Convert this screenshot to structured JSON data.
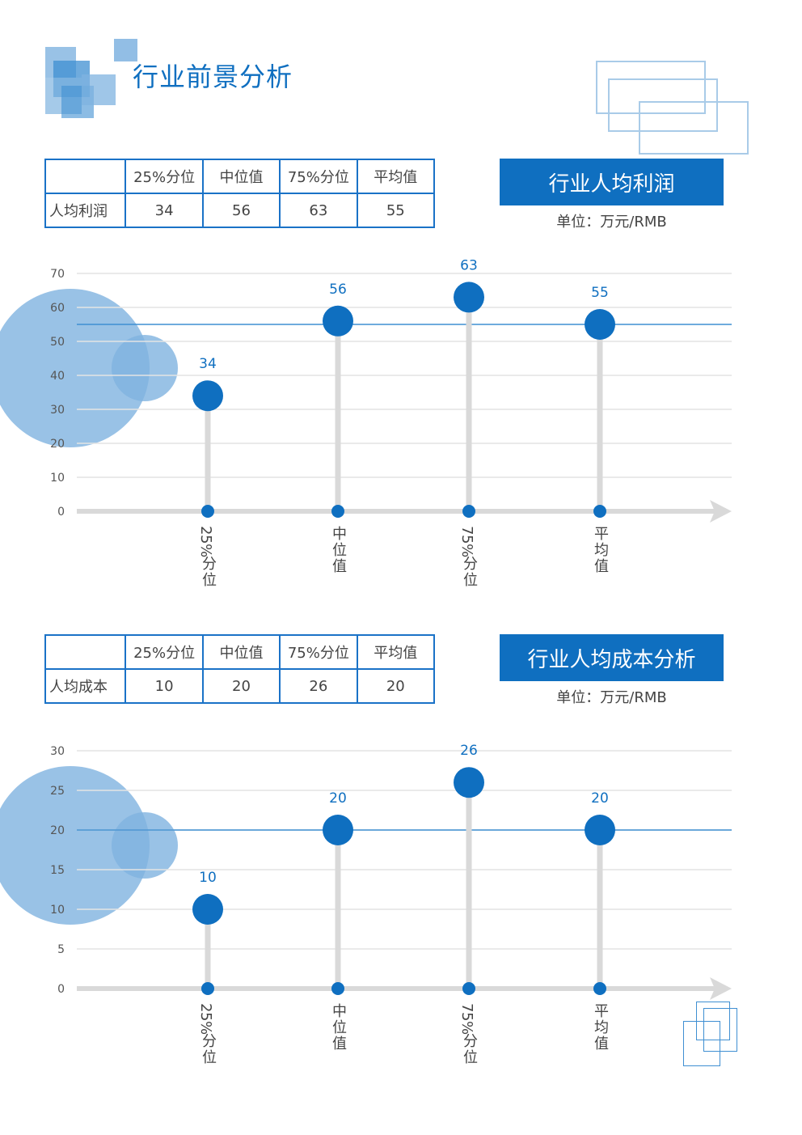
{
  "page": {
    "title": "行业前景分析"
  },
  "colors": {
    "accent": "#0f6fc0",
    "light_blue": "#7fb3e0",
    "grey": "#d9d9d9"
  },
  "section1": {
    "table": {
      "headers": [
        "",
        "25%分位",
        "中位值",
        "75%分位",
        "平均值"
      ],
      "row_label": "人均利润",
      "values": [
        "34",
        "56",
        "63",
        "55"
      ]
    },
    "banner": "行业人均利润",
    "unit": "单位：万元/RMB"
  },
  "section2": {
    "table": {
      "headers": [
        "",
        "25%分位",
        "中位值",
        "75%分位",
        "平均值"
      ],
      "row_label": "人均成本",
      "values": [
        "10",
        "20",
        "26",
        "20"
      ]
    },
    "banner": "行业人均成本分析",
    "unit": "单位：万元/RMB"
  },
  "chart_data": [
    {
      "type": "scatter",
      "title": "行业人均利润",
      "categories": [
        "25%分位",
        "中位值",
        "75%分位",
        "平均值"
      ],
      "values": [
        34,
        56,
        63,
        55
      ],
      "reference_line": 55,
      "ylim": [
        0,
        70
      ],
      "yticks": [
        0,
        10,
        20,
        30,
        40,
        50,
        60,
        70
      ],
      "grid": true
    },
    {
      "type": "scatter",
      "title": "行业人均成本分析",
      "categories": [
        "25%分位",
        "中位值",
        "75%分位",
        "平均值"
      ],
      "values": [
        10,
        20,
        26,
        20
      ],
      "reference_line": 20,
      "ylim": [
        0,
        30
      ],
      "yticks": [
        0,
        5,
        10,
        15,
        20,
        25,
        30
      ],
      "grid": true
    }
  ]
}
